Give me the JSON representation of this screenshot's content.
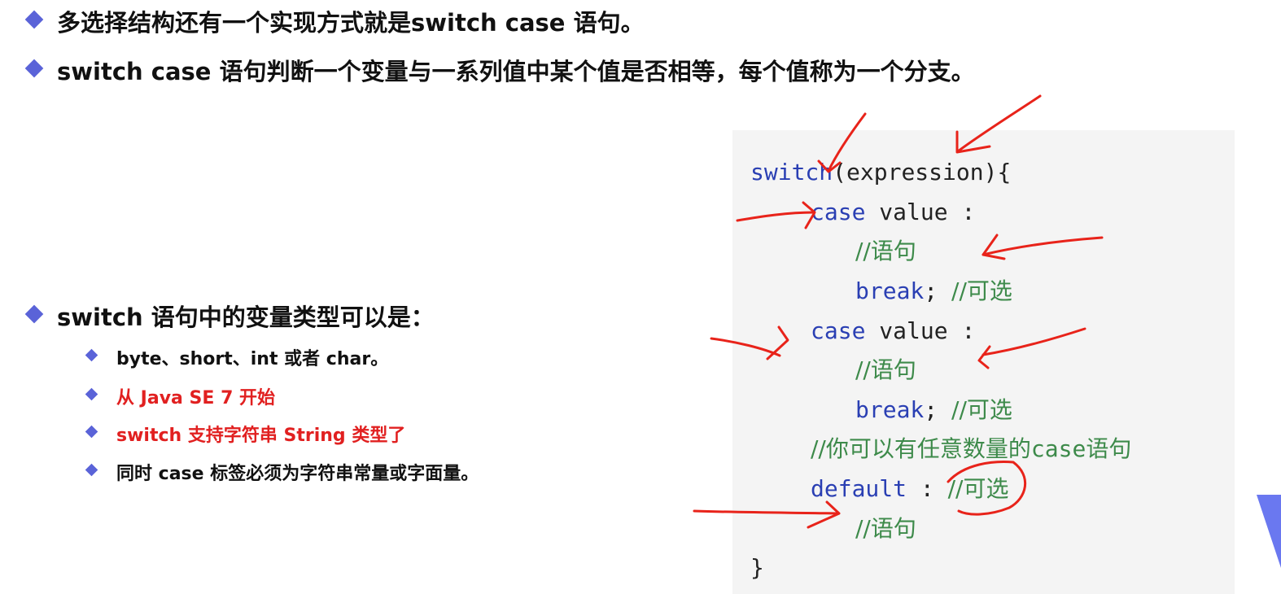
{
  "slide": {
    "bullets_top": [
      "多选择结构还有一个实现方式就是switch case 语句。",
      "switch case 语句判断一个变量与一系列值中某个值是否相等，每个值称为一个分支。"
    ],
    "types_heading": "switch 语句中的变量类型可以是：",
    "types_items": [
      "byte、short、int 或者 char。",
      "从 Java SE 7 开始",
      "switch 支持字符串 String 类型了",
      "同时 case 标签必须为字符串常量或字面量。"
    ]
  },
  "code": {
    "l1_kw": "switch",
    "l1_rest": "(expression){",
    "case_kw": "case",
    "case_rest": " value :",
    "stmt_comment": "//语句",
    "break_kw": "break",
    "break_rest": "; ",
    "optional_comment": "//可选",
    "note_comment_pre": "//你可以有任意数量的",
    "note_comment_kw": "case",
    "note_comment_post": "语句",
    "default_kw": "default",
    "default_rest": " : ",
    "close": "}"
  },
  "colors": {
    "bullet": "#5a63d8",
    "highlight": "#e12020",
    "code_keyword": "#2a3fb3",
    "code_comment": "#3d8a4a",
    "code_background": "#f4f4f4",
    "annotation": "#e8231a"
  }
}
